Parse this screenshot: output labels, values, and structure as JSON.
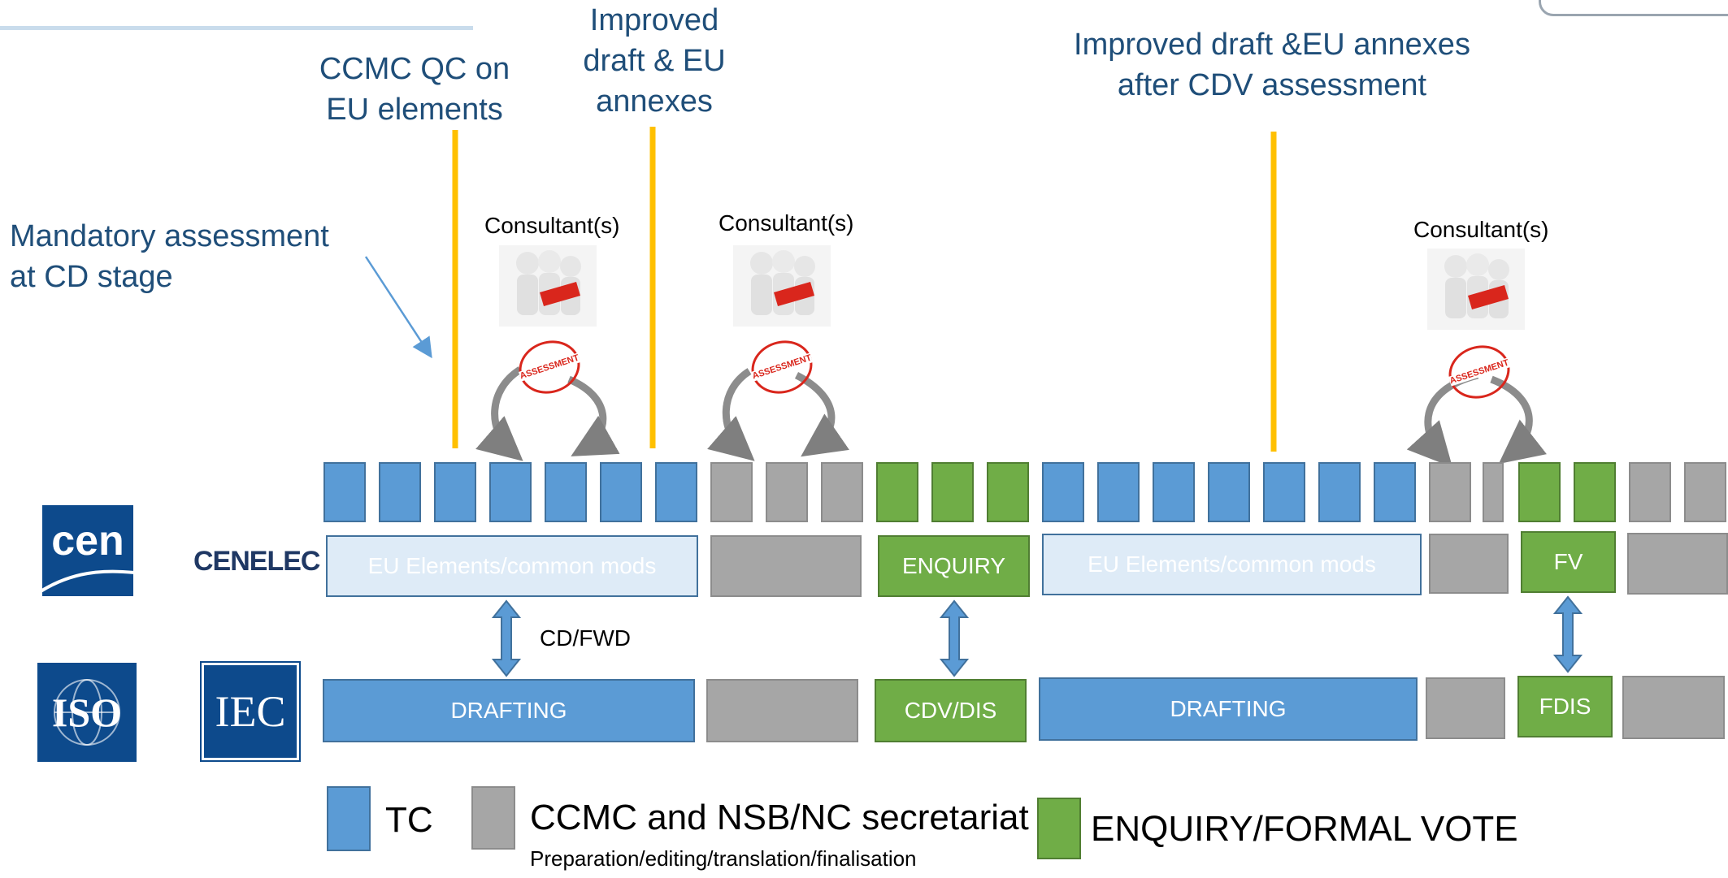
{
  "annotations": {
    "ccmc_qc": "CCMC QC on\nEU elements",
    "improved_draft": "Improved\ndraft & EU\nannexes",
    "improved_after_cdv": "Improved draft &EU annexes\nafter CDV assessment",
    "mandatory": "Mandatory assessment\nat CD stage"
  },
  "consultant_label": "Consultant(s)",
  "stamp_text": "ASSESSMENT",
  "logos": {
    "cen": "cen",
    "cenelec": "CENELEC",
    "iso": "ISO",
    "iec": "IEC"
  },
  "upper_bars": {
    "eu_elements_1": "EU Elements/common mods",
    "enquiry": "ENQUIRY",
    "eu_elements_2": "EU Elements/common mods",
    "fv": "FV"
  },
  "lower_bars": {
    "drafting_1": "DRAFTING",
    "cdv_dis": "CDV/DIS",
    "drafting_2": "DRAFTING",
    "fdis": "FDIS"
  },
  "cd_fwd": "CD/FWD",
  "legend": {
    "tc": "TC",
    "secretariat": "CCMC and NSB/NC secretariat",
    "secretariat_sub": "Preparation/editing/translation/finalisation",
    "enquiry_vote": "ENQUIRY/FORMAL VOTE"
  },
  "colors": {
    "tc": "#5b9bd5",
    "secretariat": "#a6a6a6",
    "vote": "#70ad47",
    "milestone": "#ffc000",
    "annotation_text": "#1f4e79"
  }
}
